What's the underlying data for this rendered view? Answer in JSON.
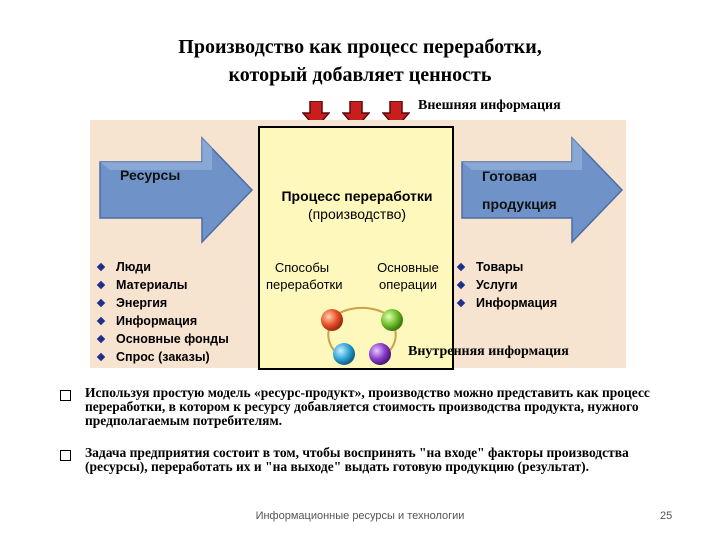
{
  "title": {
    "line1": "Производство как процесс переработки,",
    "line2": "который добавляет ценность"
  },
  "diagram": {
    "external_info": "Внешняя информация",
    "internal_info": "Внутренняя информация",
    "input_arrow": "Ресурсы",
    "output_arrow": {
      "line1": "Готовая",
      "line2": "продукция"
    },
    "process": {
      "title": "Процесс переработки",
      "subtitle": "(производство)"
    },
    "methods": {
      "line1": "Способы",
      "line2": "переработки"
    },
    "operations": {
      "line1": "Основные",
      "line2": "операции"
    },
    "inputs": [
      "Люди",
      "Материалы",
      "Энергия",
      "Информация",
      "Основные фонды",
      "Спрос (заказы)"
    ],
    "outputs": [
      "Товары",
      "Услуги",
      "Информация"
    ],
    "colors": {
      "ext_arrow": "#c81e1e",
      "big_arrow": "#6f93c9",
      "panel": "#f6e4d0",
      "center_box": "#fff8bd",
      "circles": [
        "#e8502a",
        "#6fbf2a",
        "#8a3cc9",
        "#2fa3d6"
      ]
    }
  },
  "bullets": [
    "Используя простую модель «ресурс-продукт», производство можно представить как процесс переработки, в котором к ресурсу добавляется стоимость производства продукта, нужного предполагаемым потребителям.",
    "Задача предприятия состоит в том, чтобы воспринять \"на входе\" факторы производства (ресурсы), переработать их и \"на выходе\" выдать готовую продукцию (результат)."
  ],
  "footer": {
    "text": "Информационные ресурсы и технологии",
    "page": "25"
  }
}
